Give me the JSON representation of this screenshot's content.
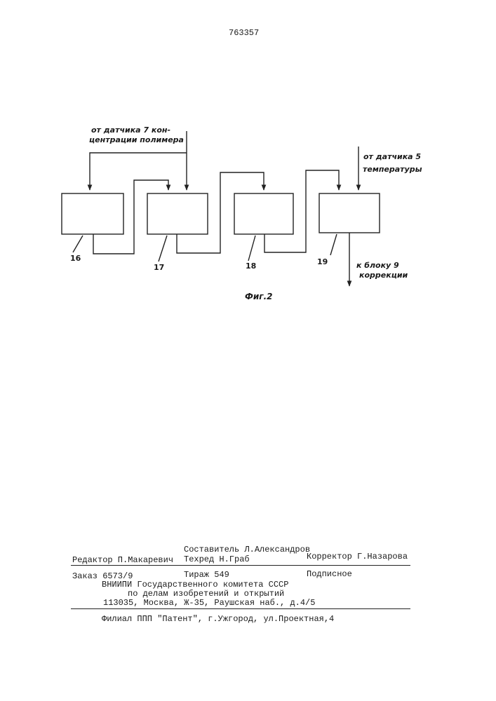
{
  "header": {
    "patent_number": "763357"
  },
  "figure": {
    "input_top_line1": "от датчика 7 кон-",
    "input_top_line2": "центрации полимера",
    "input_right_line1": "от датчика 5",
    "input_right_line2": "температуры",
    "output_line1": "к блоку 9",
    "output_line2": "коррекции",
    "blocks": [
      "16",
      "17",
      "18",
      "19"
    ],
    "caption": "Фиг.2"
  },
  "footer": {
    "composer": "Составитель Л.Александров",
    "editor": "Редактор П.Макаревич",
    "techred": "Техред Н.Граб",
    "corrector": "Корректор Г.Назарова",
    "order": "Заказ 6573/9",
    "circulation": "Тираж 549",
    "subscription": "Подписное",
    "org_line1": "ВНИИПИ Государственного комитета СССР",
    "org_line2": "по делам изобретений и открытий",
    "address": "113035, Москва, Ж-35, Раушская наб., д.4/5",
    "branch": "Филиал ППП \"Патент\", г.Ужгород, ул.Проектная,4"
  }
}
